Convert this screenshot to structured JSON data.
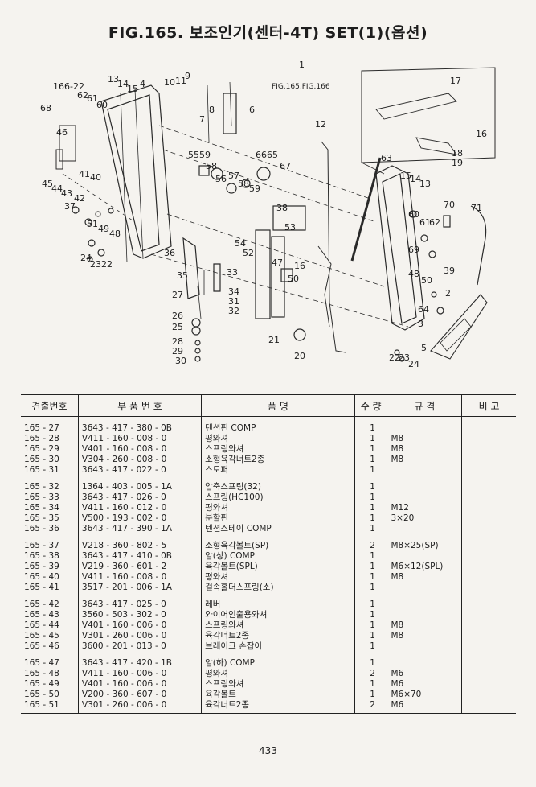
{
  "title": "FIG.165. 보조인기(센터-4T) SET(1)(옵션)",
  "page_number": "433",
  "diagram": {
    "ref_fig": "FIG.165,FIG.166",
    "labels": [
      "166-22",
      "68",
      "62",
      "61",
      "60",
      "13",
      "14",
      "15",
      "4",
      "10",
      "11",
      "9",
      "7",
      "8",
      "6",
      "1",
      "12",
      "17",
      "16",
      "18",
      "19",
      "63",
      "46",
      "41",
      "40",
      "45",
      "44",
      "43",
      "42",
      "37",
      "51",
      "49",
      "48",
      "55",
      "59",
      "58",
      "56",
      "57",
      "58",
      "59",
      "66",
      "65",
      "67",
      "38",
      "53",
      "54",
      "52",
      "47",
      "50",
      "24",
      "23",
      "22",
      "36",
      "33",
      "35",
      "27",
      "34",
      "31",
      "32",
      "26",
      "25",
      "28",
      "29",
      "30",
      "21",
      "20",
      "16",
      "15",
      "14",
      "13",
      "60",
      "61",
      "62",
      "70",
      "71",
      "69",
      "48",
      "50",
      "39",
      "2",
      "64",
      "3",
      "5",
      "22",
      "23",
      "24"
    ]
  },
  "table": {
    "headers": {
      "no": "견출번호",
      "part_no": "부 품 번 호",
      "name": "품 명",
      "qty": "수 량",
      "spec": "규 격",
      "remark": "비 고"
    },
    "groups": [
      [
        {
          "no": "165 - 27",
          "part_no": "3643 - 417 - 380 - 0B",
          "name": "텐션핀 COMP",
          "qty": "1",
          "spec": ""
        },
        {
          "no": "165 - 28",
          "part_no": "V411 - 160 - 008 - 0",
          "name": "평와셔",
          "qty": "1",
          "spec": "M8"
        },
        {
          "no": "165 - 29",
          "part_no": "V401 - 160 - 008 - 0",
          "name": "스프링와셔",
          "qty": "1",
          "spec": "M8"
        },
        {
          "no": "165 - 30",
          "part_no": "V304 - 260 - 008 - 0",
          "name": "소형육각너트2종",
          "qty": "1",
          "spec": "M8"
        },
        {
          "no": "165 - 31",
          "part_no": "3643 - 417 - 022 - 0",
          "name": "스토퍼",
          "qty": "1",
          "spec": ""
        }
      ],
      [
        {
          "no": "165 - 32",
          "part_no": "1364 - 403 - 005 - 1A",
          "name": "압축스프링(32)",
          "qty": "1",
          "spec": ""
        },
        {
          "no": "165 - 33",
          "part_no": "3643 - 417 - 026 - 0",
          "name": "스프링(HC100)",
          "qty": "1",
          "spec": ""
        },
        {
          "no": "165 - 34",
          "part_no": "V411 - 160 - 012 - 0",
          "name": "평와셔",
          "qty": "1",
          "spec": "M12"
        },
        {
          "no": "165 - 35",
          "part_no": "V500 - 193 - 002 - 0",
          "name": "분할핀",
          "qty": "1",
          "spec": "3×20"
        },
        {
          "no": "165 - 36",
          "part_no": "3643 - 417 - 390 - 1A",
          "name": "텐션스테이 COMP",
          "qty": "1",
          "spec": ""
        }
      ],
      [
        {
          "no": "165 - 37",
          "part_no": "V218 - 360 - 802 - 5",
          "name": "소형육각볼트(SP)",
          "qty": "2",
          "spec": "M8×25(SP)"
        },
        {
          "no": "165 - 38",
          "part_no": "3643 - 417 - 410 - 0B",
          "name": "암(상) COMP",
          "qty": "1",
          "spec": ""
        },
        {
          "no": "165 - 39",
          "part_no": "V219 - 360 - 601 - 2",
          "name": "육각볼트(SPL)",
          "qty": "1",
          "spec": "M6×12(SPL)"
        },
        {
          "no": "165 - 40",
          "part_no": "V411 - 160 - 008 - 0",
          "name": "평와셔",
          "qty": "1",
          "spec": "M8"
        },
        {
          "no": "165 - 41",
          "part_no": "3517 - 201 - 006 - 1A",
          "name": "걸속홀더스프링(소)",
          "qty": "1",
          "spec": ""
        }
      ],
      [
        {
          "no": "165 - 42",
          "part_no": "3643 - 417 - 025 - 0",
          "name": "레버",
          "qty": "1",
          "spec": ""
        },
        {
          "no": "165 - 43",
          "part_no": "3560 - 503 - 302 - 0",
          "name": "와이어인출용와셔",
          "qty": "1",
          "spec": ""
        },
        {
          "no": "165 - 44",
          "part_no": "V401 - 160 - 006 - 0",
          "name": "스프링와셔",
          "qty": "1",
          "spec": "M8"
        },
        {
          "no": "165 - 45",
          "part_no": "V301 - 260 - 006 - 0",
          "name": "육각너트2종",
          "qty": "1",
          "spec": "M8"
        },
        {
          "no": "165 - 46",
          "part_no": "3600 - 201 - 013 - 0",
          "name": "브레이크 손잡이",
          "qty": "1",
          "spec": ""
        }
      ],
      [
        {
          "no": "165 - 47",
          "part_no": "3643 - 417 - 420 - 1B",
          "name": "암(하) COMP",
          "qty": "1",
          "spec": ""
        },
        {
          "no": "165 - 48",
          "part_no": "V411 - 160 - 006 - 0",
          "name": "평와셔",
          "qty": "2",
          "spec": "M6"
        },
        {
          "no": "165 - 49",
          "part_no": "V401 - 160 - 006 - 0",
          "name": "스프링와셔",
          "qty": "1",
          "spec": "M6"
        },
        {
          "no": "165 - 50",
          "part_no": "V200 - 360 - 607 - 0",
          "name": "육각볼트",
          "qty": "1",
          "spec": "M6×70"
        },
        {
          "no": "165 - 51",
          "part_no": "V301 - 260 - 006 - 0",
          "name": "육각너트2종",
          "qty": "2",
          "spec": "M6"
        }
      ]
    ]
  }
}
